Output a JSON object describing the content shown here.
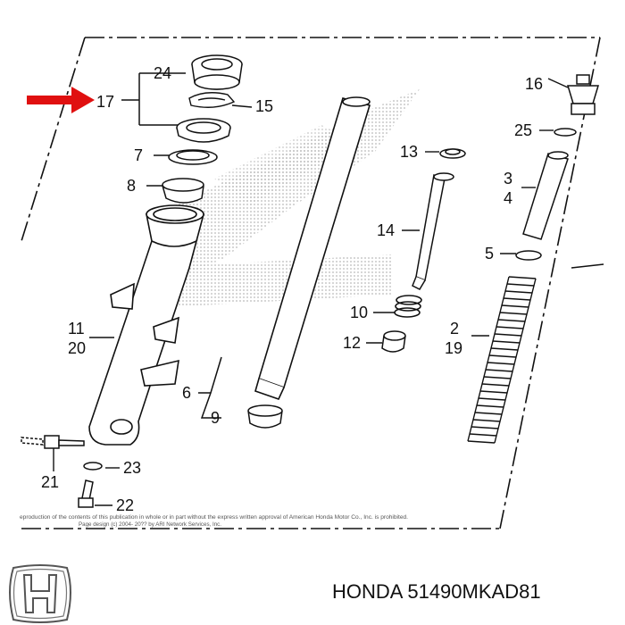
{
  "callouts": {
    "c24": "24",
    "c17": "17",
    "c15": "15",
    "c7": "7",
    "c8": "8",
    "c11": "11",
    "c20": "20",
    "c6": "6",
    "c9": "9",
    "c13": "13",
    "c14": "14",
    "c10": "10",
    "c12": "12",
    "c16": "16",
    "c25": "25",
    "c3": "3",
    "c4": "4",
    "c5": "5",
    "c2": "2",
    "c19": "19",
    "c23": "23",
    "c21": "21",
    "c22": "22"
  },
  "copyright": {
    "line1": "eproduction of the contents of this publication in whole or in part without the express written approval of American Honda Motor Co., Inc. is prohibited.",
    "line2": "Page design (c) 2004- 20?? by ARI Network Services, Inc."
  },
  "caption": "HONDA 51490MKAD81",
  "colors": {
    "arrow": "#e01010",
    "ink": "#111111",
    "watermark": "#bfbfbf"
  },
  "icons": {
    "brand_logo": "honda-h-logo-icon",
    "pointer": "red-arrow-icon"
  }
}
